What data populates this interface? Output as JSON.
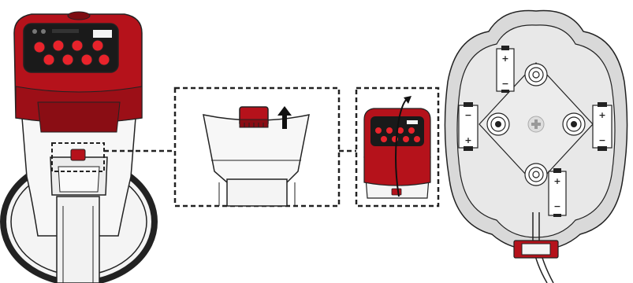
{
  "diagram": {
    "panels": [
      {
        "id": "megaphone-front",
        "description_name": "megaphone"
      },
      {
        "id": "latch-zoom",
        "description_name": "battery-compartment-latch"
      },
      {
        "id": "megaphone-rotate",
        "description_name": "rotate-to-open"
      },
      {
        "id": "battery-holder",
        "description_name": "battery-compartment"
      }
    ],
    "icons": [
      "arrow-up-icon",
      "rotate-arrow-icon",
      "screw-icon",
      "spring-icon",
      "battery-icon"
    ],
    "battery_terminals": {
      "top_plus": "+",
      "top_minus": "−",
      "left_plus": "+",
      "left_minus": "−",
      "right_plus": "+",
      "right_minus": "−",
      "bottom_plus": "+",
      "bottom_minus": "−"
    },
    "colors": {
      "accent_red": "#b5121b",
      "dark_red": "#7d0c12",
      "button_red": "#e8232b",
      "keypad_black": "#1a1a1a",
      "outline": "#222222",
      "holder_gray": "#d9d9d9",
      "body_white": "#f4f4f4"
    }
  }
}
